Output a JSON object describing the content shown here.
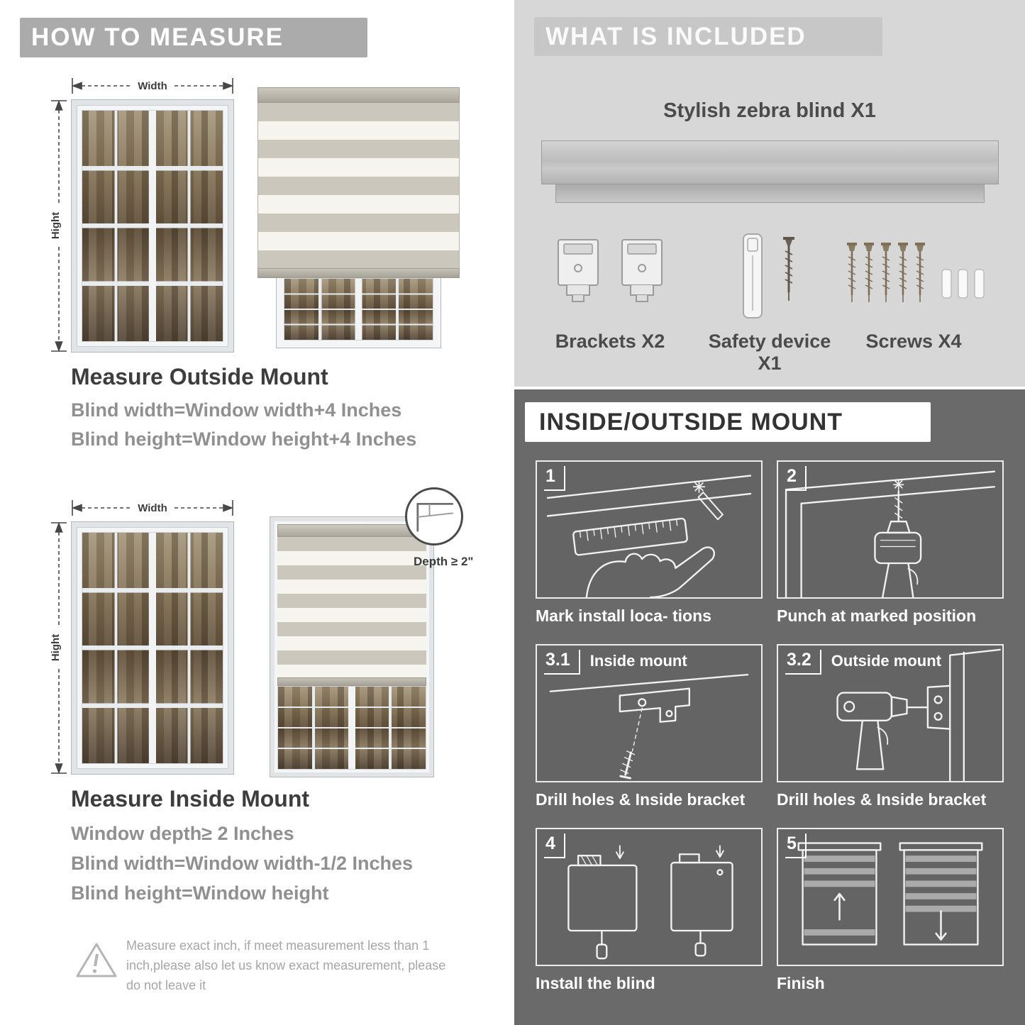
{
  "left": {
    "banner": "HOW TO MEASURE",
    "labels": {
      "width": "Width",
      "height": "Hight",
      "depth": "Depth ≥ 2\""
    },
    "outside": {
      "title": "Measure Outside Mount",
      "lines": [
        "Blind width=Window width+4 Inches",
        "Blind height=Window height+4 Inches"
      ]
    },
    "inside": {
      "title": "Measure Inside Mount",
      "lines": [
        "Window depth≥ 2 Inches",
        "Blind width=Window width-1/2 Inches",
        "Blind height=Window height"
      ]
    },
    "warning": "Measure exact inch, if meet measurement less than 1 inch,please also let us know exact measurement, please do not leave it"
  },
  "included": {
    "banner": "WHAT IS INCLUDED",
    "blind_label": "Stylish zebra blind X1",
    "items": [
      {
        "icon": "bracket-icon",
        "label": "Brackets X2"
      },
      {
        "icon": "safety-device-icon",
        "label": "Safety device X1"
      },
      {
        "icon": "screw-icon",
        "label": "Screws X4"
      }
    ]
  },
  "mount": {
    "banner": "INSIDE/OUTSIDE MOUNT",
    "steps": [
      {
        "num": "1",
        "title": "",
        "caption": "Mark install loca- tions"
      },
      {
        "num": "2",
        "title": "",
        "caption": "Punch at  marked position"
      },
      {
        "num": "3.1",
        "title": "Inside mount",
        "caption": "Drill holes &  Inside bracket"
      },
      {
        "num": "3.2",
        "title": "Outside mount",
        "caption": "Drill holes &  Inside bracket"
      },
      {
        "num": "4",
        "title": "",
        "caption": "Install the blind"
      },
      {
        "num": "5",
        "title": "",
        "caption": "Finish"
      }
    ]
  },
  "colors": {
    "light_gray_bg": "#d7d7d7",
    "dark_gray_bg": "#6a6a6a",
    "banner_gray": "#ababab",
    "stripe_gray": "#cbc7bd"
  }
}
